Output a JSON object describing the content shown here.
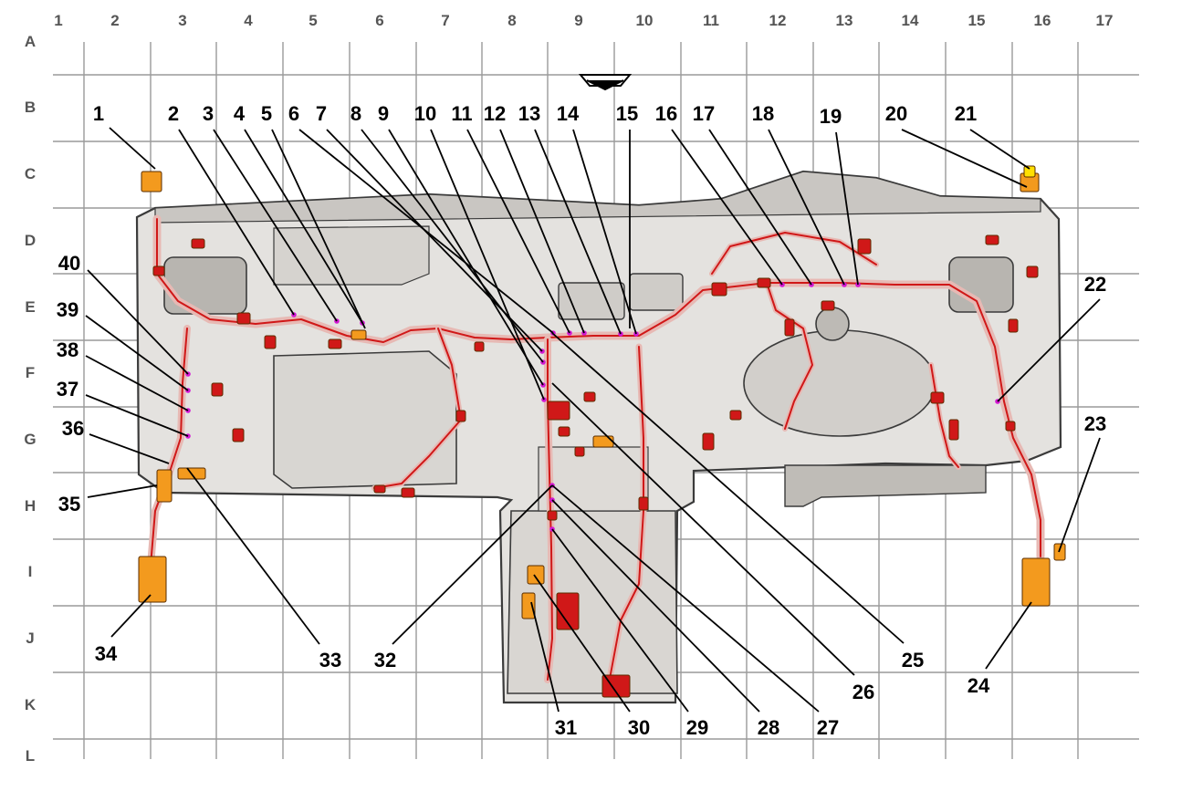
{
  "grid": {
    "columns": [
      "1",
      "2",
      "3",
      "4",
      "5",
      "6",
      "7",
      "8",
      "9",
      "10",
      "11",
      "12",
      "13",
      "14",
      "15",
      "16",
      "17"
    ],
    "rows": [
      "A",
      "B",
      "C",
      "D",
      "E",
      "F",
      "G",
      "H",
      "I",
      "J",
      "K",
      "L"
    ]
  },
  "callouts": [
    "1",
    "2",
    "3",
    "4",
    "5",
    "6",
    "7",
    "8",
    "9",
    "10",
    "11",
    "12",
    "13",
    "14",
    "15",
    "16",
    "17",
    "18",
    "19",
    "20",
    "21",
    "22",
    "23",
    "24",
    "25",
    "26",
    "27",
    "28",
    "29",
    "30",
    "31",
    "32",
    "33",
    "34",
    "35",
    "36",
    "37",
    "38",
    "39",
    "40"
  ],
  "colors": {
    "harness": "#d01818",
    "harness_sleeve": "#e7b9b4",
    "connector_orange": "#f39a1e",
    "connector_yellow": "#ffe000",
    "panel_fill": "#e4e2df",
    "panel_stroke": "#3b3b3b",
    "grid": "#9a9a9a",
    "marker_magenta": "#d418d4"
  },
  "icons": [
    "forward-direction-arrow-icon"
  ]
}
